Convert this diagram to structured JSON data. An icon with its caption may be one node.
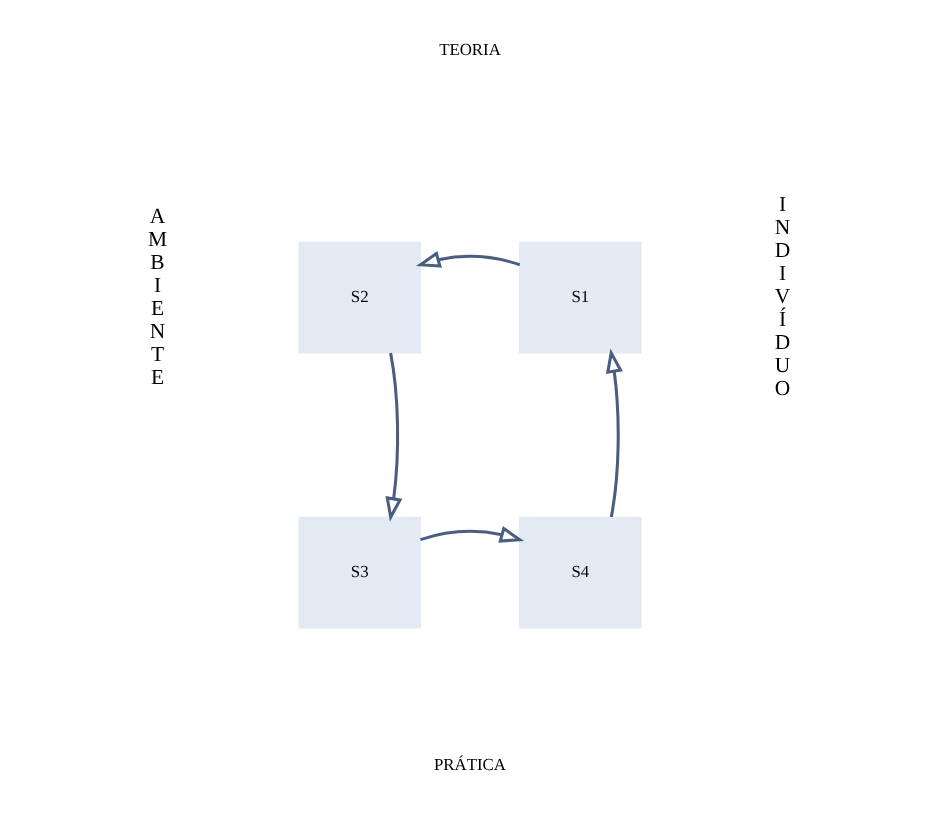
{
  "diagram": {
    "nodes": [
      {
        "text": [
          "S1"
        ]
      },
      {
        "text": [
          "S2"
        ]
      },
      {
        "text": [
          "S3"
        ]
      },
      {
        "text": [
          "S4"
        ]
      }
    ],
    "edges": [
      {
        "from": 0,
        "to": 1,
        "arrow": "to"
      },
      {
        "from": 1,
        "to": 2,
        "arrow": "to"
      },
      {
        "from": 2,
        "to": 3,
        "arrow": "to"
      },
      {
        "from": 3,
        "to": 0,
        "arrow": "to"
      }
    ],
    "labels": [
      "TEORIA",
      "A M B I E N T E",
      "I N D I V Í D U O",
      "PRÁTICA"
    ]
  }
}
